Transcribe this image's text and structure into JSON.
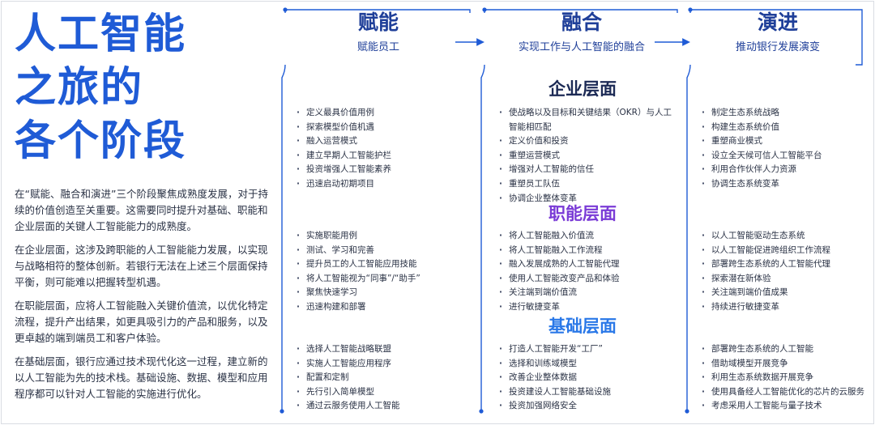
{
  "title_lines": [
    "人工智能",
    "之旅的",
    "各个阶段"
  ],
  "intro_paragraphs": [
    "在“赋能、融合和演进”三个阶段聚焦成熟度发展，对于持续的价值创造至关重要。这需要同时提升对基础、职能和企业层面的关键人工智能能力的成熟度。",
    "在企业层面，这涉及跨职能的人工智能能力发展，以实现与战略相符的整体创新。若银行无法在上述三个层面保持平衡，则可能难以把握转型机遇。",
    "在职能层面，应将人工智能融入关键价值流，以优化特定流程，提升产出结果，如更具吸引力的产品和服务，以及更卓越的端到端员工和客户体验。",
    "在基础层面，银行应通过技术现代化这一过程，建立新的以人工智能为先的技术栈。基础设施、数据、模型和应用程序都可以针对人工智能的实施进行优化。"
  ],
  "stages": [
    {
      "title": "赋能",
      "subtitle": "赋能员工"
    },
    {
      "title": "融合",
      "subtitle": "实现工作与人工智能的融合"
    },
    {
      "title": "演进",
      "subtitle": "推动银行发展演变"
    }
  ],
  "layers": [
    "企业层面",
    "职能层面",
    "基础层面"
  ],
  "grid": [
    [
      [
        "定义最具价值用例",
        "探索模型价值机遇",
        "融入运营模式",
        "建立早期人工智能护栏",
        "投资增强人工智能素养",
        "迅速启动初期项目"
      ],
      [
        "使战略以及目标和关键结果（OKR）与人工智能相匹配",
        "定义价值和投资",
        "重塑运营模式",
        "增强对人工智能的信任",
        "重塑员工队伍",
        "协调企业整体变革"
      ],
      [
        "制定生态系统战略",
        "构建生态系统价值",
        "重塑商业模式",
        "设立全天候可信人工智能平台",
        "利用合作伙伴人力资源",
        "协调生态系统变革"
      ]
    ],
    [
      [
        "实施职能用例",
        "测试、学习和完善",
        "提升员工的人工智能应用技能",
        "将人工智能视为“同事”/“助手”",
        "聚焦快速学习",
        "迅速构建和部署"
      ],
      [
        "将人工智能融入价值流",
        "将人工智能融入工作流程",
        "融入发展成熟的人工智能代理",
        "使用人工智能改变产品和体验",
        "关注端到端价值流",
        "进行敏捷变革"
      ],
      [
        "以人工智能驱动生态系统",
        "以人工智能促进跨组织工作流程",
        "部署跨生态系统的人工智能代理",
        "探索潜在新体验",
        "关注端到端价值成果",
        "持续进行敏捷变革"
      ]
    ],
    [
      [
        "选择人工智能战略联盟",
        "实施人工智能应用程序",
        "配置和定制",
        "先行引入简单模型",
        "通过云服务使用人工智能"
      ],
      [
        "打造人工智能开发“工厂”",
        "选择和训练域模型",
        "改善企业整体数据",
        "投资建设人工智能基础设施",
        "投资加强网络安全"
      ],
      [
        "部署跨生态系统的人工智能",
        "借助域模型开展竞争",
        "利用生态系统数据开展竞争",
        "使用具备经人工智能优化的芯片的云服务",
        "考虑采用人工智能与量子技术"
      ]
    ]
  ],
  "colors": {
    "title_blue": "#1f5bd6",
    "stage_blue": "#1f3f99",
    "line_blue": "#1f5bd6",
    "layer_enterprise": "#1c2a55",
    "layer_functional": "#7a3bd6",
    "layer_foundation": "#2a78e8"
  }
}
